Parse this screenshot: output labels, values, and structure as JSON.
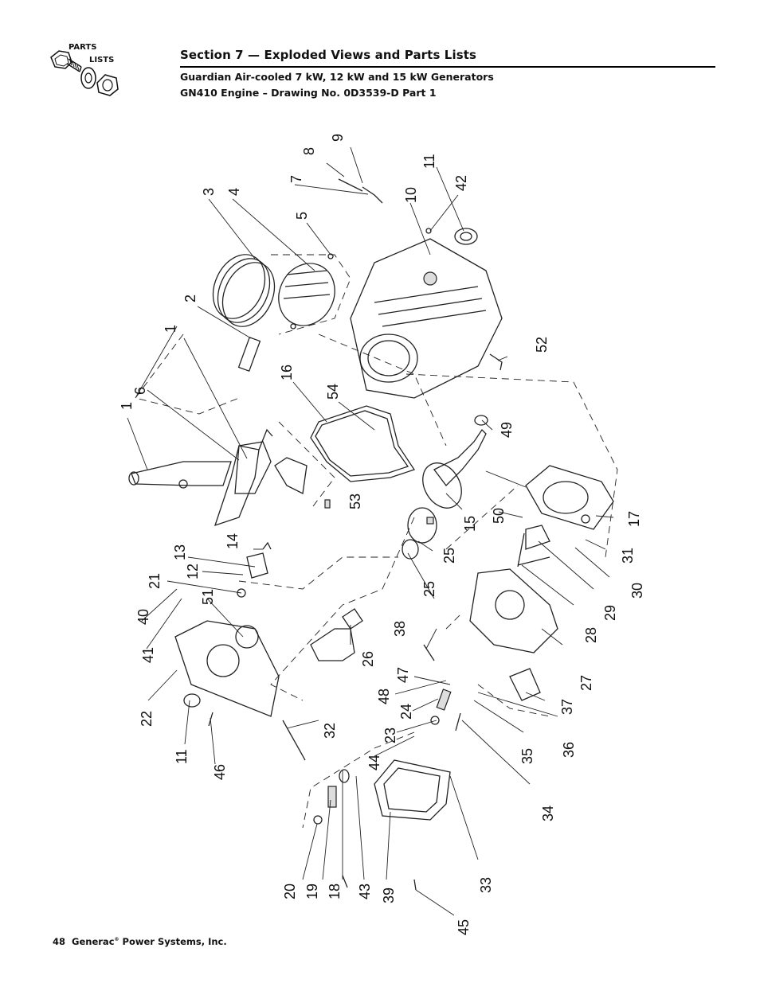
{
  "logo": {
    "line1": "PARTS",
    "line2": "LISTS",
    "icon": "bolt-washer-nut-icon"
  },
  "header": {
    "section_title": "Section 7 — Exploded Views and Parts Lists",
    "subtitle_line1": "Guardian Air-cooled 7 kW, 12 kW and 15 kW Generators",
    "subtitle_line2": "GN410 Engine – Drawing No. 0D3539-D Part 1"
  },
  "footer": {
    "page_number": "48",
    "company": "Generac",
    "mark": "®",
    "company_rest": "Power Systems, Inc."
  },
  "callouts": [
    "1",
    "1",
    "2",
    "3",
    "4",
    "5",
    "6",
    "7",
    "8",
    "9",
    "10",
    "11",
    "11",
    "12",
    "13",
    "14",
    "15",
    "16",
    "17",
    "18",
    "19",
    "20",
    "21",
    "22",
    "23",
    "24",
    "25",
    "25",
    "26",
    "27",
    "28",
    "29",
    "30",
    "31",
    "32",
    "33",
    "34",
    "35",
    "36",
    "37",
    "38",
    "39",
    "40",
    "41",
    "42",
    "43",
    "44",
    "45",
    "46",
    "47",
    "48",
    "49",
    "50",
    "51",
    "52",
    "53",
    "54"
  ]
}
